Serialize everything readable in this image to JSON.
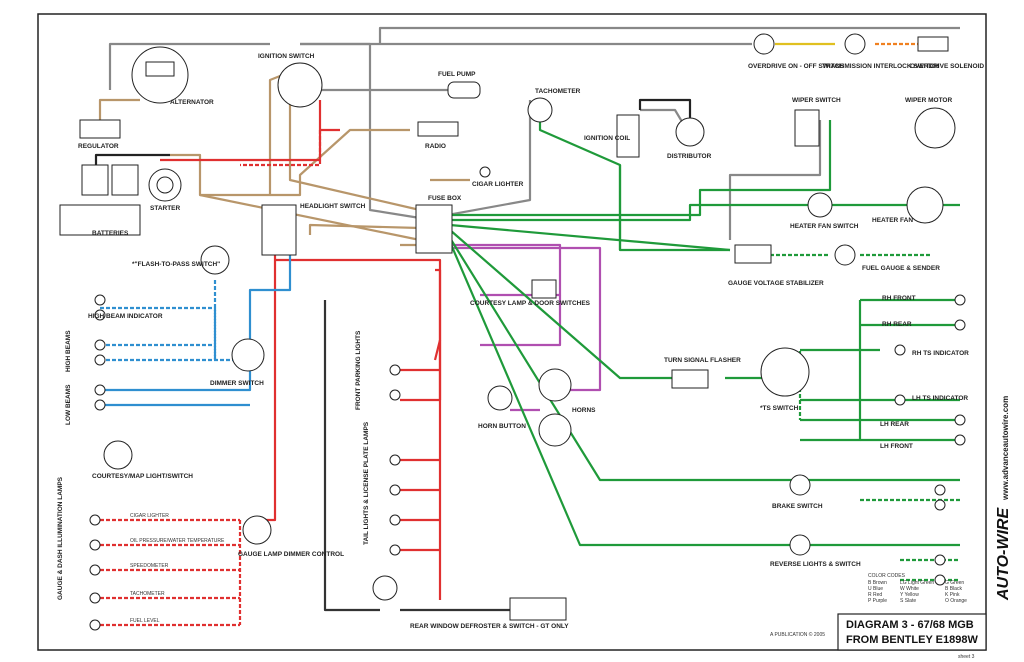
{
  "labels": {
    "ignition_switch": "IGNITION SWITCH",
    "fuel_pump": "FUEL PUMP",
    "tachometer": "TACHOMETER",
    "overdrive_switch": "OVERDRIVE ON - OFF SWITCH",
    "transmission_switch": "TRANSMISSION INTERLOCK SWITCH",
    "overdrive_solenoid": "OVERDRIVE SOLENOID",
    "alternator": "ALTERNATOR",
    "regulator": "REGULATOR",
    "radio": "RADIO",
    "ignition_coil": "IGNITION COIL",
    "distributor": "DISTRIBUTOR",
    "wiper_switch": "WIPER SWITCH",
    "wiper_motor": "WIPER MOTOR",
    "cigar_lighter": "CIGAR LIGHTER",
    "starter": "STARTER",
    "batteries": "BATTERIES",
    "headlight_switch": "HEADLIGHT SWITCH",
    "fuse_box": "FUSE BOX",
    "heater_fan_switch": "HEATER FAN SWITCH",
    "heater_fan": "HEATER FAN",
    "flash_to_pass": "*\"FLASH-TO-PASS SWITCH\"",
    "gauge_voltage_stabilizer": "GAUGE VOLTAGE STABILIZER",
    "fuel_gauge_sender": "FUEL GAUGE & SENDER",
    "high_beam_indicator": "HIGH BEAM INDICATOR",
    "courtesy_lamp": "COURTESY LAMP & DOOR SWITCHES",
    "rh_front": "RH FRONT",
    "rh_rear": "RH REAR",
    "rh_ts_indicator": "RH TS INDICATOR",
    "high_beams": "HIGH BEAMS",
    "dimmer_switch": "DIMMER SWITCH",
    "turn_signal_flasher": "TURN SIGNAL FLASHER",
    "ts_switch": "*TS SWITCH",
    "lh_ts_indicator": "LH TS INDICATOR",
    "low_beams": "LOW BEAMS",
    "front_parking_lights": "FRONT PARKING LIGHTS",
    "horn_button": "HORN BUTTON",
    "horns": "HORNS",
    "lh_rear": "LH REAR",
    "lh_front": "LH FRONT",
    "courtesy_map": "COURTESY/MAP LIGHT/SWITCH",
    "tail_lights": "TAIL LIGHTS & LICENSE PLATE LAMPS",
    "brake_switch": "BRAKE SWITCH",
    "gauge_dash_lamps": "GAUGE & DASH ILLUMINATION LAMPS",
    "gauge_lamp_dimmer": "GAUGE LAMP DIMMER CONTROL",
    "reverse_lights": "REVERSE LIGHTS & SWITCH",
    "rear_defroster": "REAR WINDOW DEFROSTER & SWITCH - GT ONLY",
    "cigar_lighter_lamp": "CIGAR LIGHTER",
    "oil_pressure_lamp": "OIL PRESSURE/WATER TEMPERATURE",
    "speedometer_lamp": "SPEEDOMETER",
    "tachometer_lamp": "TACHOMETER",
    "fuel_level_lamp": "FUEL LEVEL"
  },
  "title": {
    "line1": "DIAGRAM 3 - 67/68 MGB",
    "line2": "FROM BENTLEY E1898W",
    "sheet": "sheet 3",
    "publication": "A PUBLICATION © 2005"
  },
  "brand": {
    "name": "AUTO-WIRE",
    "url": "www.advanceautowire.com"
  },
  "color_codes": {
    "heading": "COLOR CODES",
    "entries": [
      "B Brown",
      "U Blue",
      "R Red",
      "P Purple",
      "LG Light Green",
      "W White",
      "Y Yellow",
      "S Slate",
      "G Green",
      "B Black",
      "K Pink",
      "O Orange"
    ]
  },
  "colors": {
    "brown": "#b8966a",
    "red": "#e03030",
    "green": "#1f9a3a",
    "blue": "#2f8fd0",
    "purple": "#b04fb0",
    "black": "#222222",
    "gray": "#777777",
    "yellow": "#e0c020",
    "orange": "#f08020"
  }
}
